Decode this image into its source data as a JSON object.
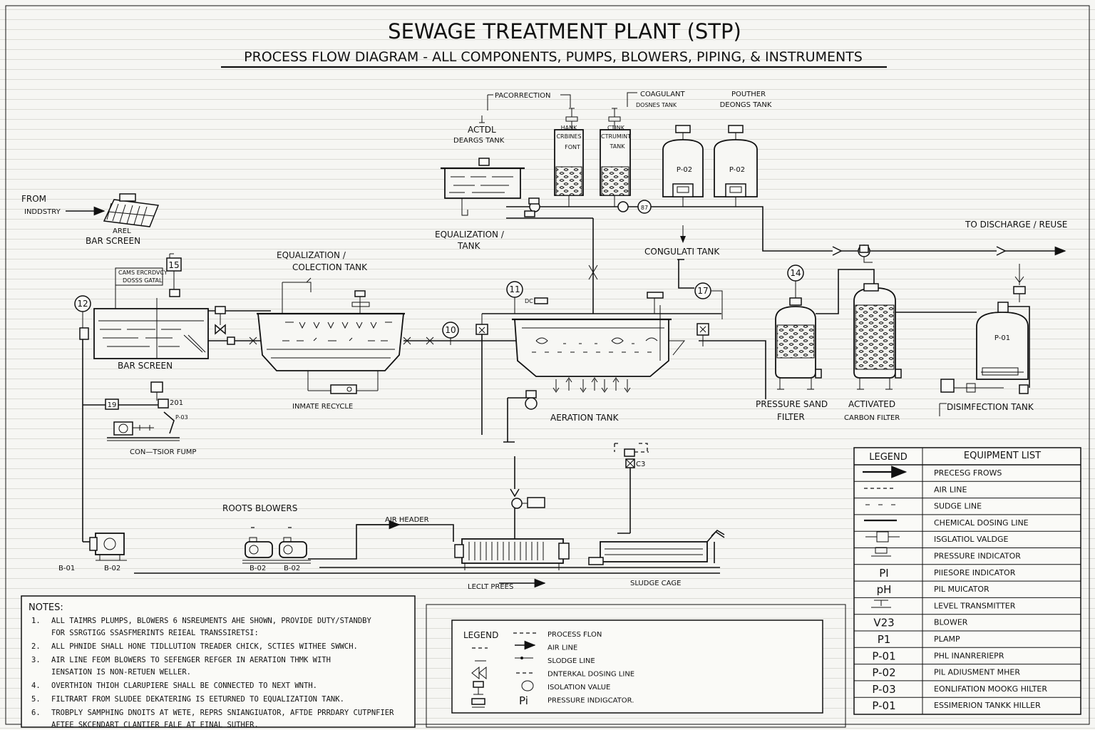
{
  "title": "SEWAGE TREATMENT PLANT (STP)",
  "subtitle": "PROCESS FLOW DIAGRAM - ALL COMPONENTS, PUMPS, BLOWERS, PIPING, & INSTRUMENTS",
  "labels": {
    "from": "FROM",
    "industry": "INDDSTRY",
    "arel": "AREL",
    "bar_screen_top": "BAR SCREEN",
    "bar_screen_main": "BAR SCREEN",
    "screen_note": "CAMS ERCRDVCY",
    "screen_note2": "DOSSS GATAL",
    "equalization_collection_1": "EQUALIZATION /",
    "equalization_collection_2": "COLECTION TANK",
    "inmate_recycle": "INMATE RECYCLE",
    "condenser_pump": "CON—TSIOR FUMP",
    "pump_tag_201": "201",
    "pump_tag_p03": "P-03",
    "acid_tank_1": "ACTDL",
    "acid_tank_2": "DEARGS TANK",
    "equalization_tank_1": "EQUALIZATION /",
    "equalization_tank_2": "TANK",
    "pacorrection": "PACORRECTION",
    "hank_1": "HANK",
    "hank_2": "CRBINES",
    "hank_3": "FONT",
    "ctink_1": "CTINK",
    "ctink_2": "CTRUMINT",
    "ctink_3": "TANK",
    "coagulant_1": "COAGULANT",
    "coagulant_2": "DOSNES TANK",
    "poutner_1": "POUTHER",
    "poutner_2": "DEONGS TANK",
    "p02_a": "P-02",
    "p02_b": "P-02",
    "conguilati": "CONGULATI TANK",
    "discharge": "TO DISCHARGE / REUSE",
    "aeration": "AERATION TANK",
    "dc_label": "DC",
    "pressure_sand_1": "PRESSURE SAND",
    "pressure_sand_2": "FILTER",
    "activated_1": "ACTIVATED",
    "activated_2": "CARBON FILTER",
    "disinfection": "DISIMFECTION TANK",
    "p01": "P-01",
    "c3": "C3",
    "roots_blowers": "ROOTS BLOWERS",
    "air_header": "AIR HEADER",
    "b01_left": "B-01",
    "b02_left": "B-02",
    "b02_mid": "B-02",
    "b02_mid2": "B-02",
    "filter_press": "LECLT PREES",
    "sludge_cake": "SLUDGE CAGE"
  },
  "tags": {
    "t12": "12",
    "t15": "15",
    "t10": "10",
    "t11": "11",
    "t17": "17",
    "t14": "14",
    "t19": "19",
    "t87": "87"
  },
  "notes": {
    "heading": "NOTES:",
    "items": [
      {
        "n": "1.",
        "lines": [
          "ALL TAIMRS PLUMPS, BLOWERS 6 NSREUMENTS AHE SHOWN, PROVIDE DUTY/STANDBY",
          "FOR SSRGTIGG SSASFMERINTS REIEAL TRANSSIRETSI:"
        ]
      },
      {
        "n": "2.",
        "lines": [
          "ALL PHNIDE SHALL HONE TIDLLUTION TREADER CHICK, SCTIES WITHEE SWWCH."
        ]
      },
      {
        "n": "3.",
        "lines": [
          "AIR LINE FEOM BLOWERS TO SEFENGER REFGER IN AERATION THMK WITH",
          "IENSATION IS NON-RETUEN WELLER."
        ]
      },
      {
        "n": "4.",
        "lines": [
          "OVERTHION THIOH CLARUPIERE SHALL BE CONNECTED TO NEXT WNTH."
        ]
      },
      {
        "n": "5.",
        "lines": [
          "FILTRART FROM SLUDEE DEKATERING IS EETURNED TO EQUALIZATION TANK."
        ]
      },
      {
        "n": "6.",
        "lines": [
          "TROBPLY SAMPHING DNOITS AT WETE, REPRS SNIANGIUATOR, AFTDE PRRDARY CUTPNFIER",
          "AFTEE SKCENDART CLANTIER FALE AT EINAL SUTHER."
        ]
      }
    ]
  },
  "small_legend": {
    "heading": "LEGEND",
    "rows": [
      {
        "sym": "----",
        "text": "PROCESS FLON"
      },
      {
        "sym": "--4",
        "text": "AIR LINE"
      },
      {
        "sym": "--•",
        "text": "SLODGE LINE"
      },
      {
        "sym": "---",
        "text": "DNTERKAL DOSING LINE"
      },
      {
        "sym": "O",
        "text": "ISOLATION VALUE"
      },
      {
        "sym": "Pi",
        "text": "PRESSURE INDIGCATOR."
      }
    ]
  },
  "equipment_table": {
    "head_legend": "LEGEND",
    "head_list": "EQUIPMENT LIST",
    "rows": [
      {
        "sym": "",
        "text": "PRECESG FROWS"
      },
      {
        "sym": "",
        "text": "AIR LINE"
      },
      {
        "sym": "",
        "text": "SUDGE LINE"
      },
      {
        "sym": "",
        "text": "CHEMICAL DOSING LINE"
      },
      {
        "sym": "",
        "text": "ISGLATIOL VALDGE"
      },
      {
        "sym": "",
        "text": "PRESSURE INDICATOR"
      },
      {
        "sym": "PI",
        "text": "PIIESORE INDICATOR"
      },
      {
        "sym": "pH",
        "text": "PIL MUICATOR"
      },
      {
        "sym": "",
        "text": "LEVEL TRANSMITTER"
      },
      {
        "sym": "V23",
        "text": "BLOWER"
      },
      {
        "sym": "P1",
        "text": "PLAMP"
      },
      {
        "sym": "P-01",
        "text": "PHL INANRERIEPR"
      },
      {
        "sym": "P-02",
        "text": "PIL ADIUSMENT MHER"
      },
      {
        "sym": "P-03",
        "text": "EONLIFATION MOOKG HILTER"
      },
      {
        "sym": "P-01",
        "text": "ESSIMERION TANKK HILLER"
      }
    ]
  }
}
